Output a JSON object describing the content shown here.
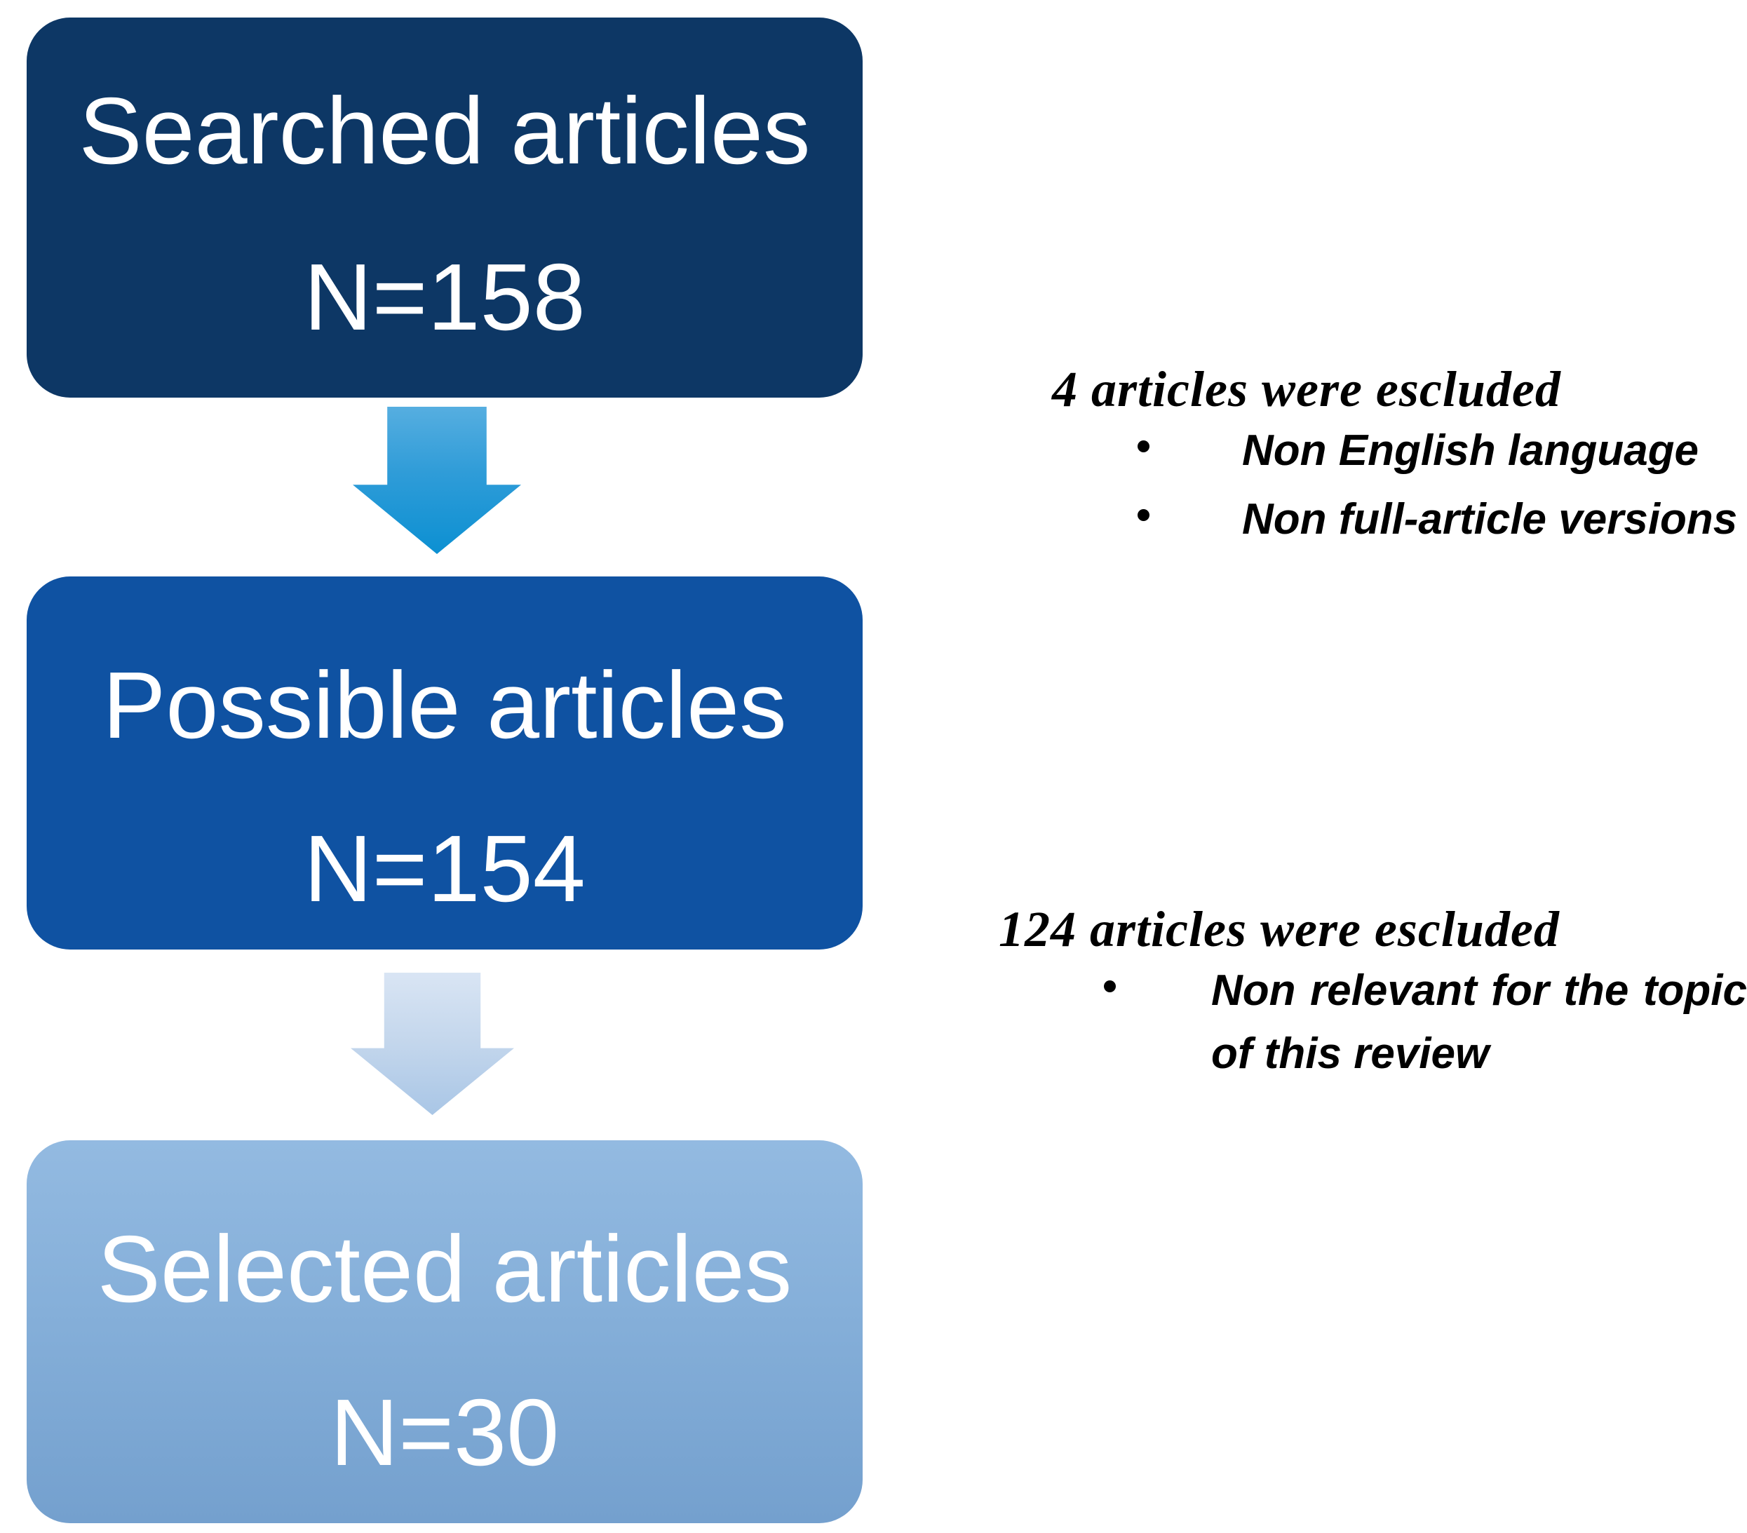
{
  "diagram": {
    "boxes": [
      {
        "title": "Searched articles",
        "count": "N=158"
      },
      {
        "title": "Possible articles",
        "count": "N=154"
      },
      {
        "title": "Selected articles",
        "count": "N=30"
      }
    ],
    "annotations": [
      {
        "title": "4 articles were escluded",
        "bullets": [
          "Non English language",
          "Non full-article versions"
        ]
      },
      {
        "title": "124 articles were escluded",
        "bullets": [
          "Non relevant for the topic of this review"
        ]
      }
    ],
    "colors": {
      "box_searched": "#0D3765",
      "box_possible": "#0F52A2",
      "box_selected": "#87B0DA",
      "arrow_bright": "#0C90D2",
      "arrow_pale": "#C3D6EC",
      "text_on_box": "#FFFFFF",
      "annotation_text": "#000000"
    }
  }
}
